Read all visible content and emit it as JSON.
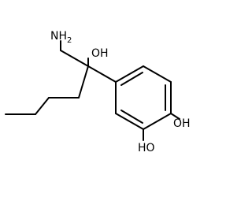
{
  "molecule": {
    "atoms": {
      "amine": {
        "element": "NH",
        "subscript": "2"
      },
      "hydroxyl_chain": {
        "element": "OH"
      },
      "hydroxyl_ring_upper": {
        "element": "OH"
      },
      "hydroxyl_ring_lower": {
        "element": "HO"
      }
    }
  },
  "colors": {
    "bond": "#000000",
    "label": "#000000",
    "background": "#ffffff"
  }
}
